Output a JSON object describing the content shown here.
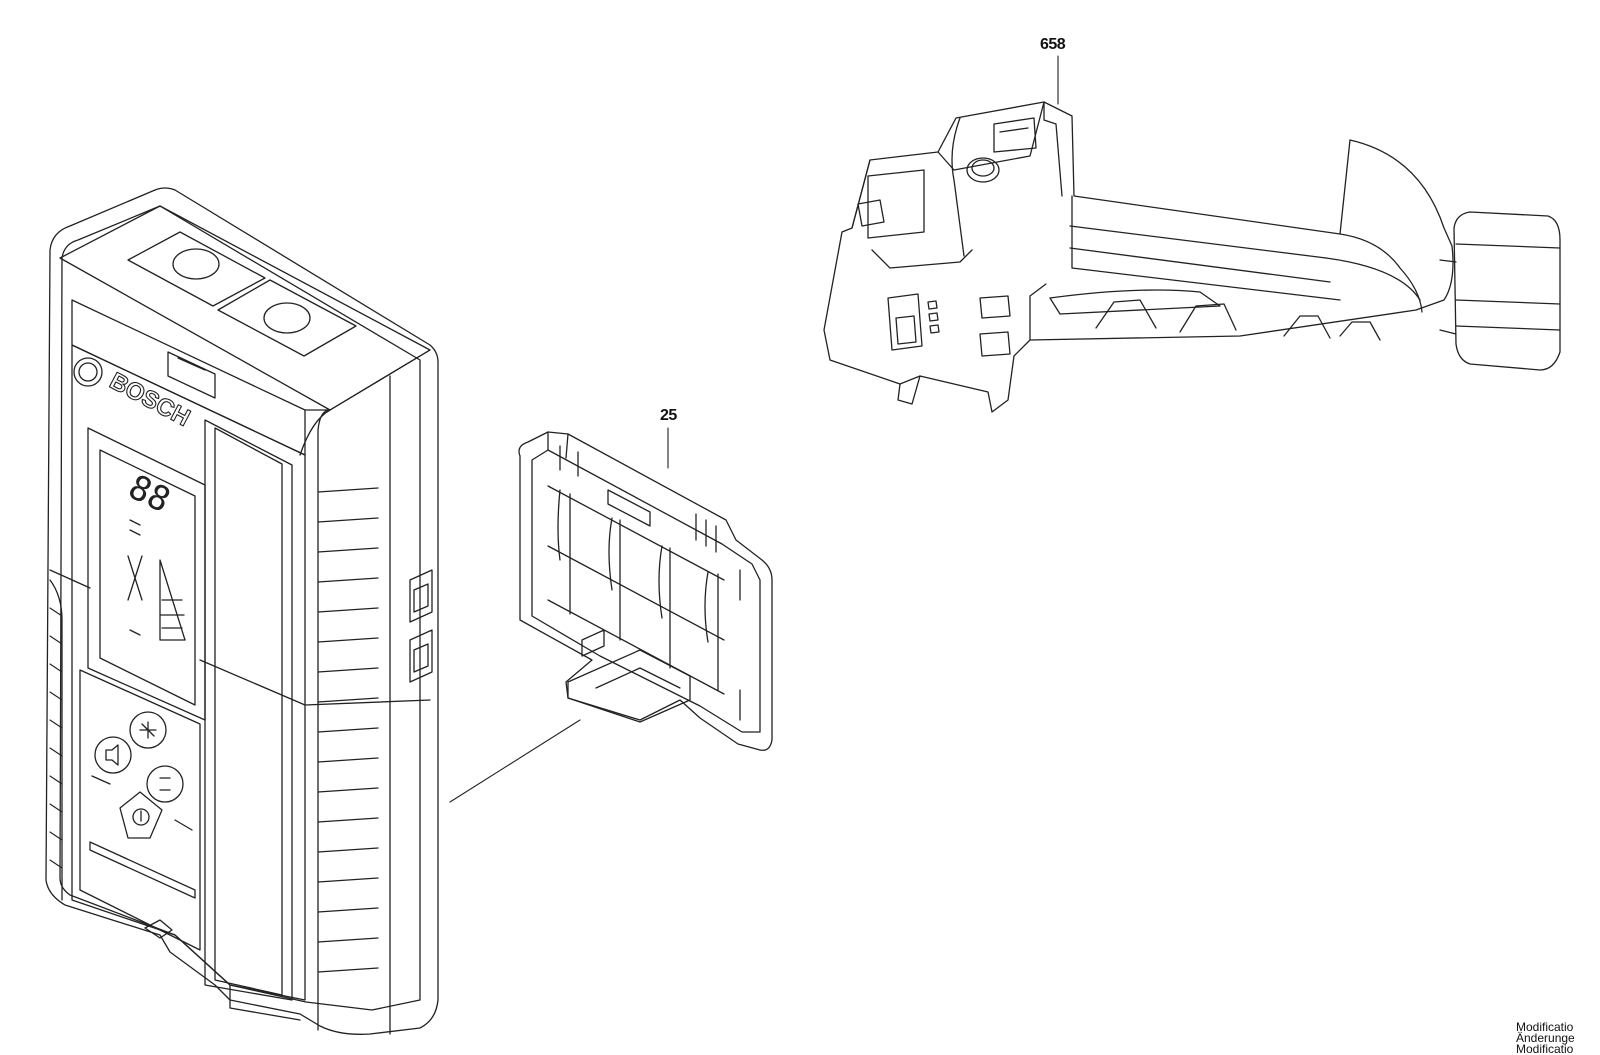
{
  "parts": [
    {
      "id": "658",
      "label": "658",
      "description_visible": false
    },
    {
      "id": "25",
      "label": "25",
      "description_visible": false
    }
  ],
  "device": {
    "brand": "BOSCH",
    "display_digits": "88"
  },
  "footer_note": {
    "lines": [
      "Modificatio",
      "Änderunge",
      "Modificatio"
    ]
  },
  "colors": {
    "line": "#222222",
    "background": "#ffffff"
  }
}
